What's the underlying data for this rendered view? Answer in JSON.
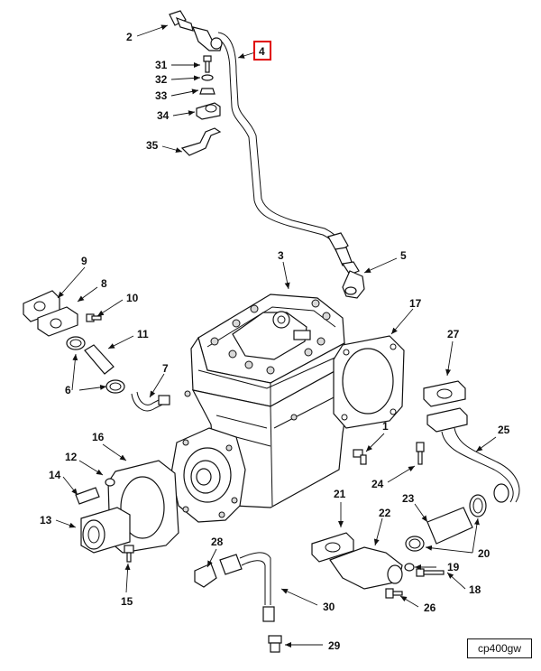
{
  "reference_code": "cp400gw",
  "highlighted_callout": "4",
  "highlight_color": "#e00000",
  "callouts": {
    "c2": "2",
    "c4": "4",
    "c31": "31",
    "c32": "32",
    "c33": "33",
    "c34": "34",
    "c35": "35",
    "c3": "3",
    "c5": "5",
    "c9": "9",
    "c8": "8",
    "c10": "10",
    "c11": "11",
    "c7": "7",
    "c6": "6",
    "c17": "17",
    "c27": "27",
    "c1": "1",
    "c25": "25",
    "c16": "16",
    "c12": "12",
    "c14": "14",
    "c13": "13",
    "c24": "24",
    "c21": "21",
    "c22": "22",
    "c23": "23",
    "c20": "20",
    "c19": "19",
    "c18": "18",
    "c28": "28",
    "c26": "26",
    "c15": "15",
    "c30": "30",
    "c29": "29"
  }
}
